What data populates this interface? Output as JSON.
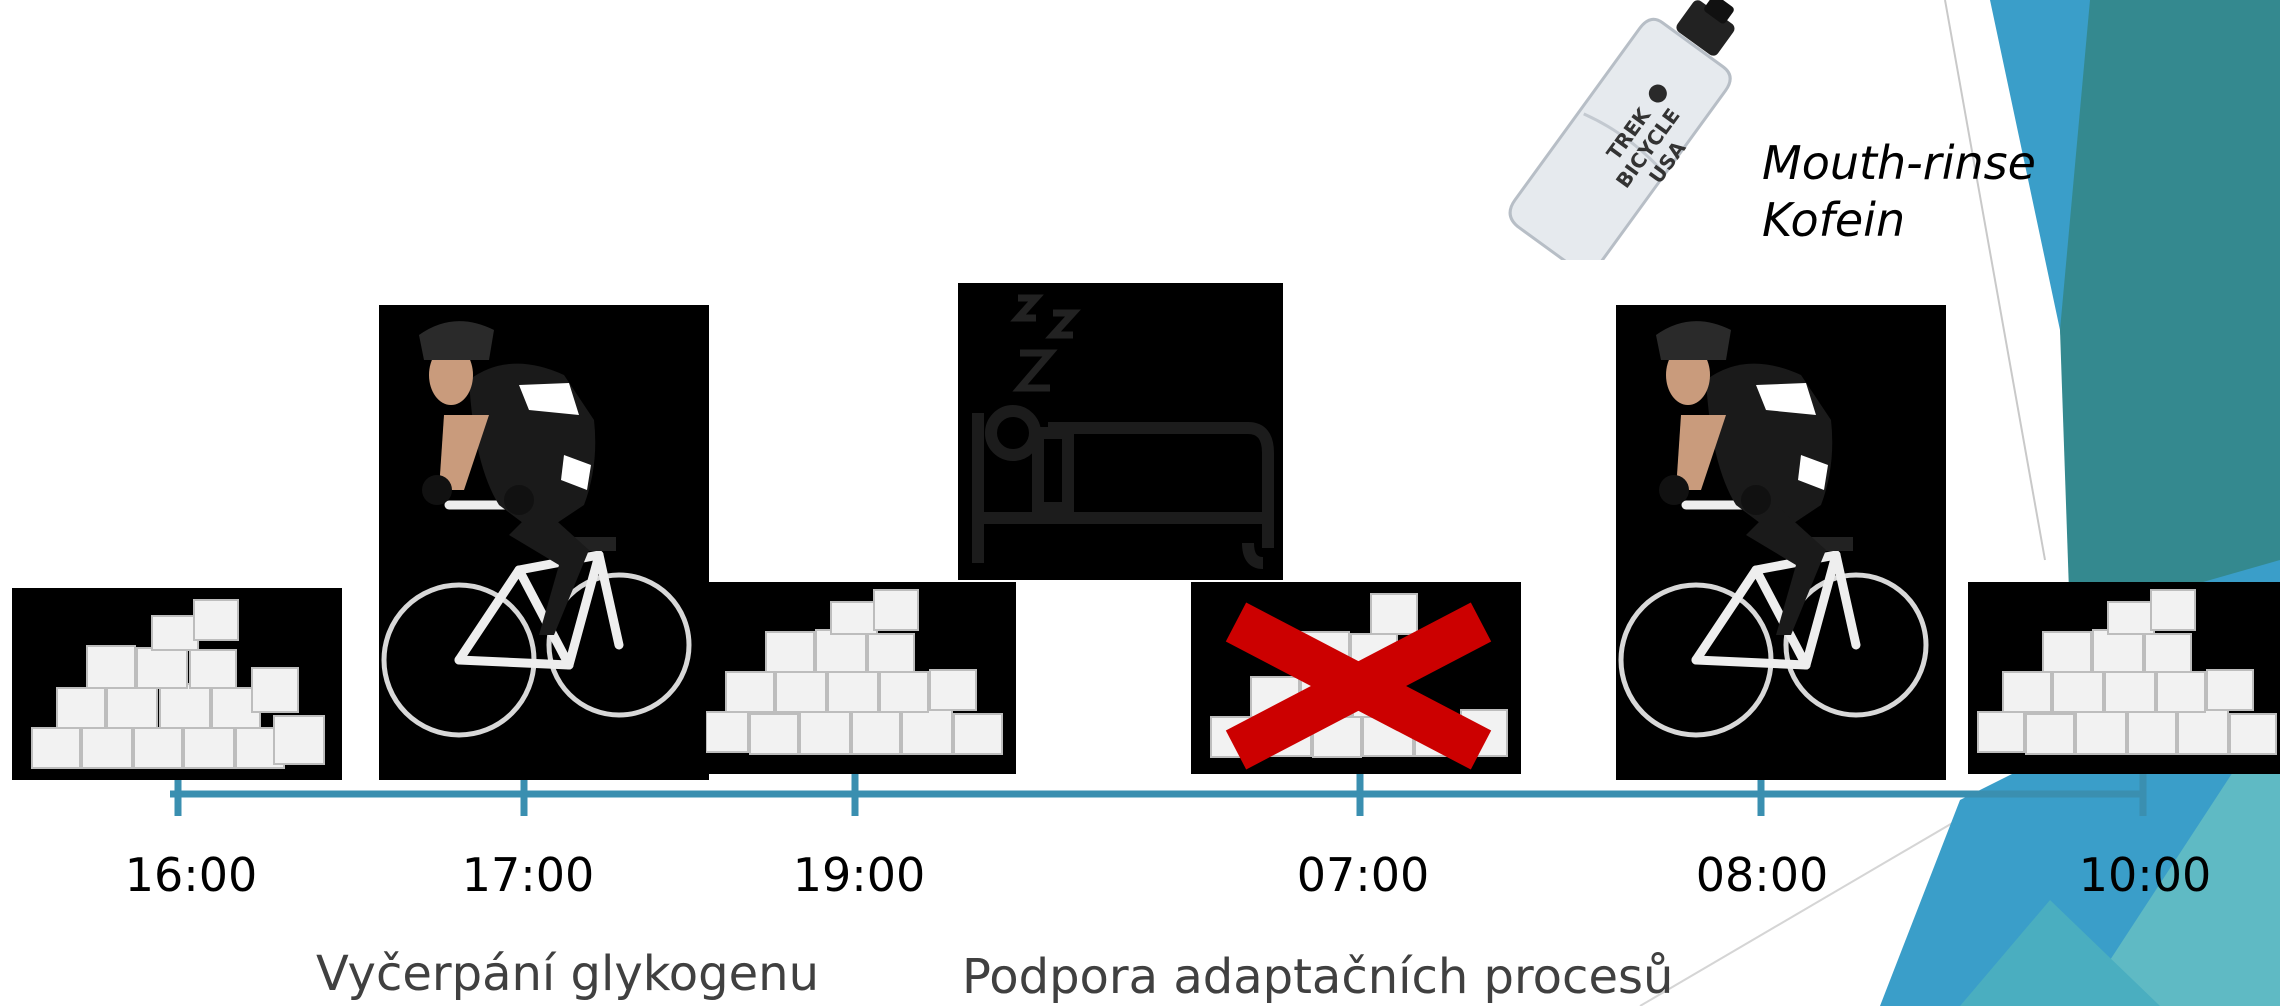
{
  "timeline": {
    "times": [
      "16:00",
      "17:00",
      "19:00",
      "07:00",
      "08:00",
      "10:00"
    ]
  },
  "captions": {
    "left": "Vyčerpání glykogenu",
    "right": "Podpora adaptačních procesů"
  },
  "notes": {
    "line1": "Mouth-rinse",
    "line2": "Kofein"
  },
  "bottle": {
    "brand_lines": [
      "TREK",
      "BICYCLE",
      "USA"
    ]
  },
  "colors": {
    "timeline": "#3a8fb0",
    "cross": "#cc0000",
    "deco_dark_teal": "#34898f",
    "deco_blue": "#3a9ec9",
    "deco_light_teal": "#5fbac4"
  },
  "icons": [
    "sugar-cubes-icon",
    "cyclist-icon",
    "sleep-bed-icon",
    "crossed-sugar-icon",
    "water-bottle-icon"
  ]
}
